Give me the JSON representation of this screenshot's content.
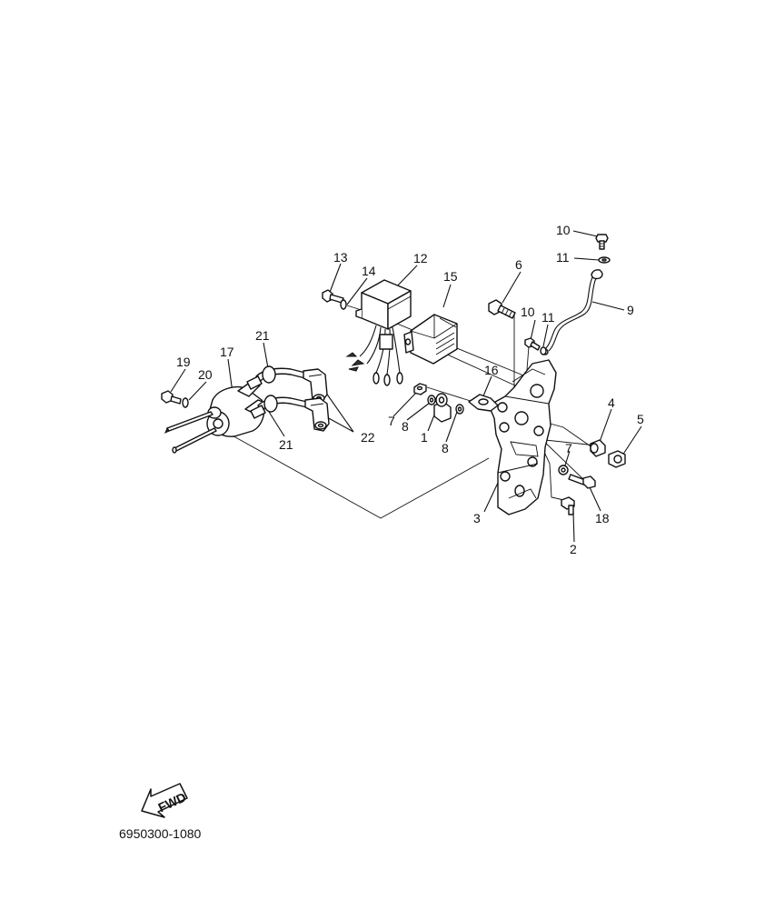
{
  "diagram": {
    "callouts": [
      {
        "id": "c10a",
        "label": "10"
      },
      {
        "id": "c11a",
        "label": "11"
      },
      {
        "id": "c9",
        "label": "9"
      },
      {
        "id": "c13",
        "label": "13"
      },
      {
        "id": "c14",
        "label": "14"
      },
      {
        "id": "c12",
        "label": "12"
      },
      {
        "id": "c15",
        "label": "15"
      },
      {
        "id": "c6",
        "label": "6"
      },
      {
        "id": "c10b",
        "label": "10"
      },
      {
        "id": "c11b",
        "label": "11"
      },
      {
        "id": "c21a",
        "label": "21"
      },
      {
        "id": "c17",
        "label": "17"
      },
      {
        "id": "c19",
        "label": "19"
      },
      {
        "id": "c20",
        "label": "20"
      },
      {
        "id": "c16",
        "label": "16"
      },
      {
        "id": "c7a",
        "label": "7"
      },
      {
        "id": "c8a",
        "label": "8"
      },
      {
        "id": "c1",
        "label": "1"
      },
      {
        "id": "c8b",
        "label": "8"
      },
      {
        "id": "c4",
        "label": "4"
      },
      {
        "id": "c5",
        "label": "5"
      },
      {
        "id": "c21b",
        "label": "21"
      },
      {
        "id": "c22",
        "label": "22"
      },
      {
        "id": "c7b",
        "label": "7"
      },
      {
        "id": "c3",
        "label": "3"
      },
      {
        "id": "c18",
        "label": "18"
      },
      {
        "id": "c2",
        "label": "2"
      }
    ],
    "fwd_label": "FWD",
    "catalog_code": "6950300-1080"
  }
}
